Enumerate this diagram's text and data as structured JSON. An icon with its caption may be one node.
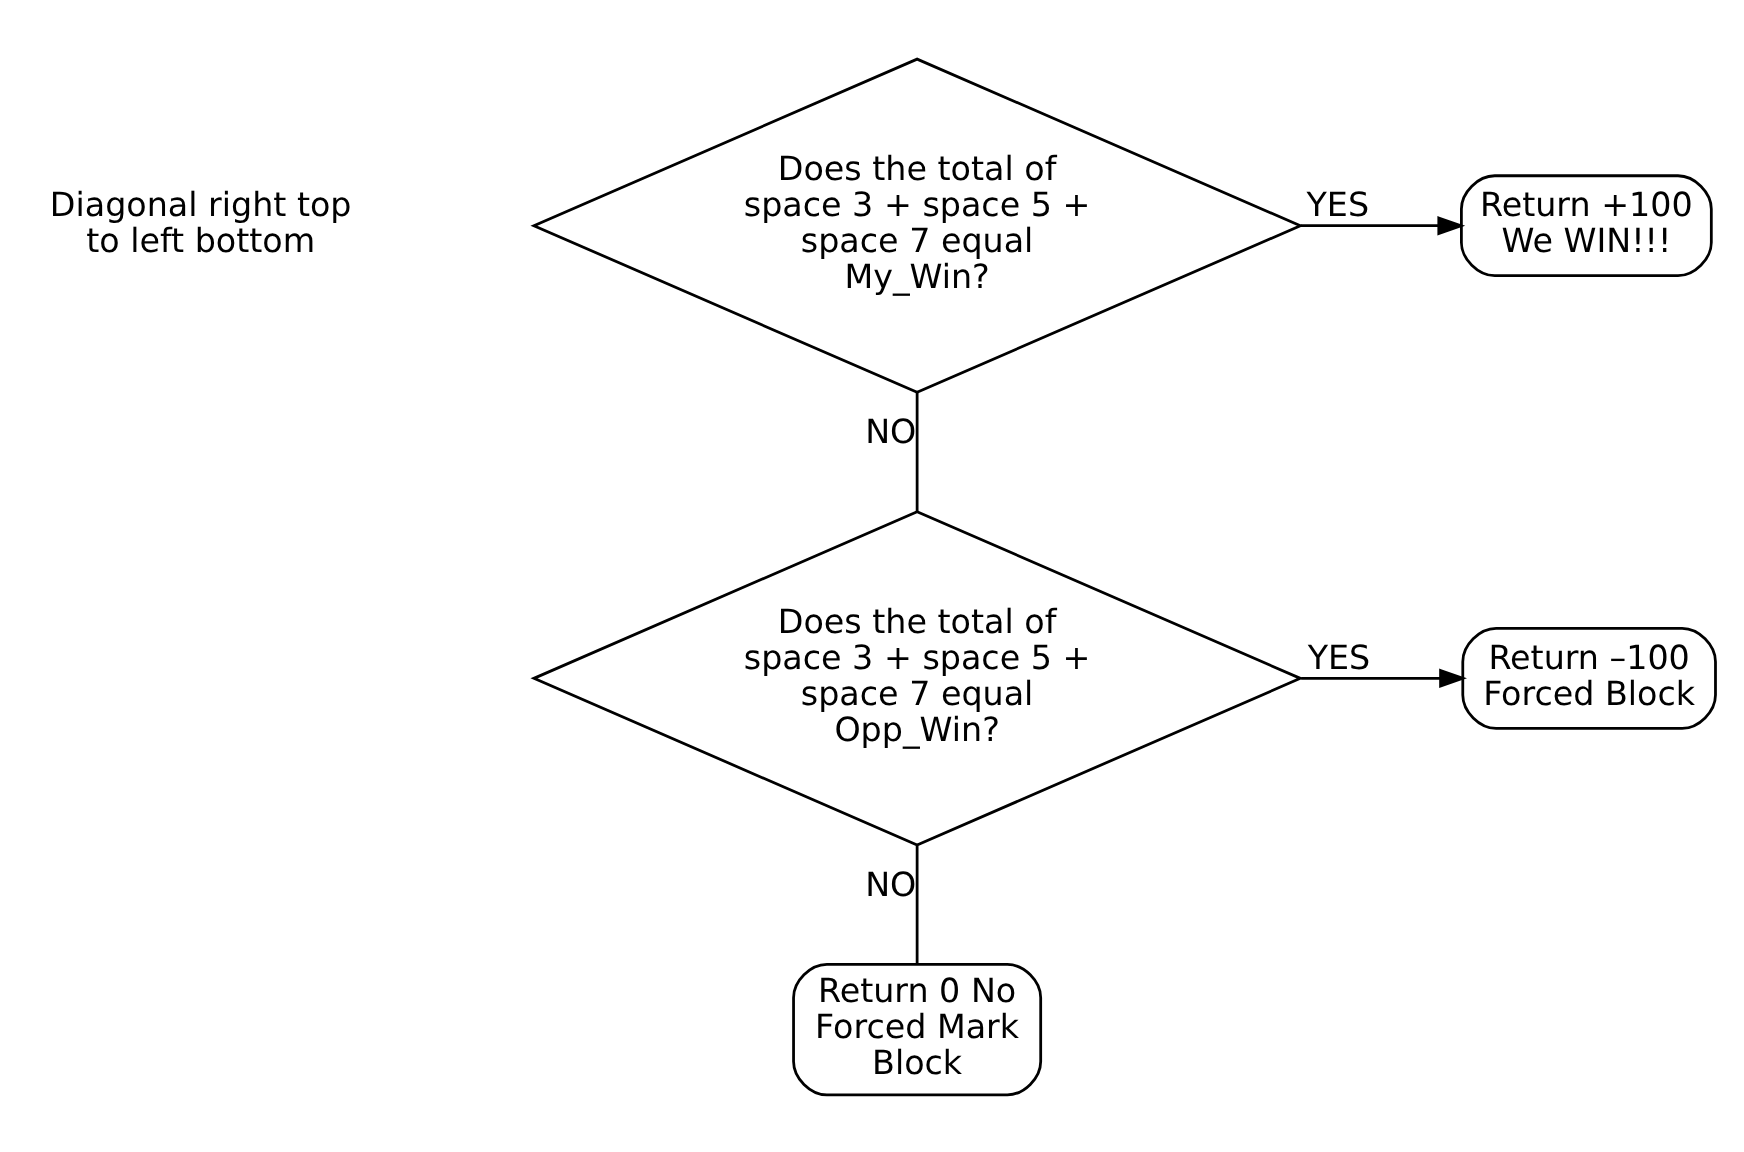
{
  "diagram": {
    "nodes": [
      {
        "text": [
          "Does the total of space 3 + space 5 + space 7 equal My_Win?"
        ]
      },
      {
        "text": [
          "Return +100 We WIN!!!"
        ]
      },
      {
        "text": [
          "Does the total of space 3 + space 5 + space 7 equal Opp_Win?"
        ]
      },
      {
        "text": [
          "Return –100 Forced Block"
        ]
      },
      {
        "text": [
          "Return 0 No Forced Mark Block"
        ]
      }
    ],
    "edges": [
      {
        "from": 0,
        "to": 1,
        "arrow": "to",
        "label": "YES"
      },
      {
        "from": 0,
        "to": 2,
        "arrow": "none",
        "label": "NO"
      },
      {
        "from": 2,
        "to": 3,
        "arrow": "to",
        "label": "YES"
      },
      {
        "from": 2,
        "to": 4,
        "arrow": "none",
        "label": "NO"
      }
    ],
    "labels": [
      "Diagonal right top to left bottom"
    ]
  }
}
